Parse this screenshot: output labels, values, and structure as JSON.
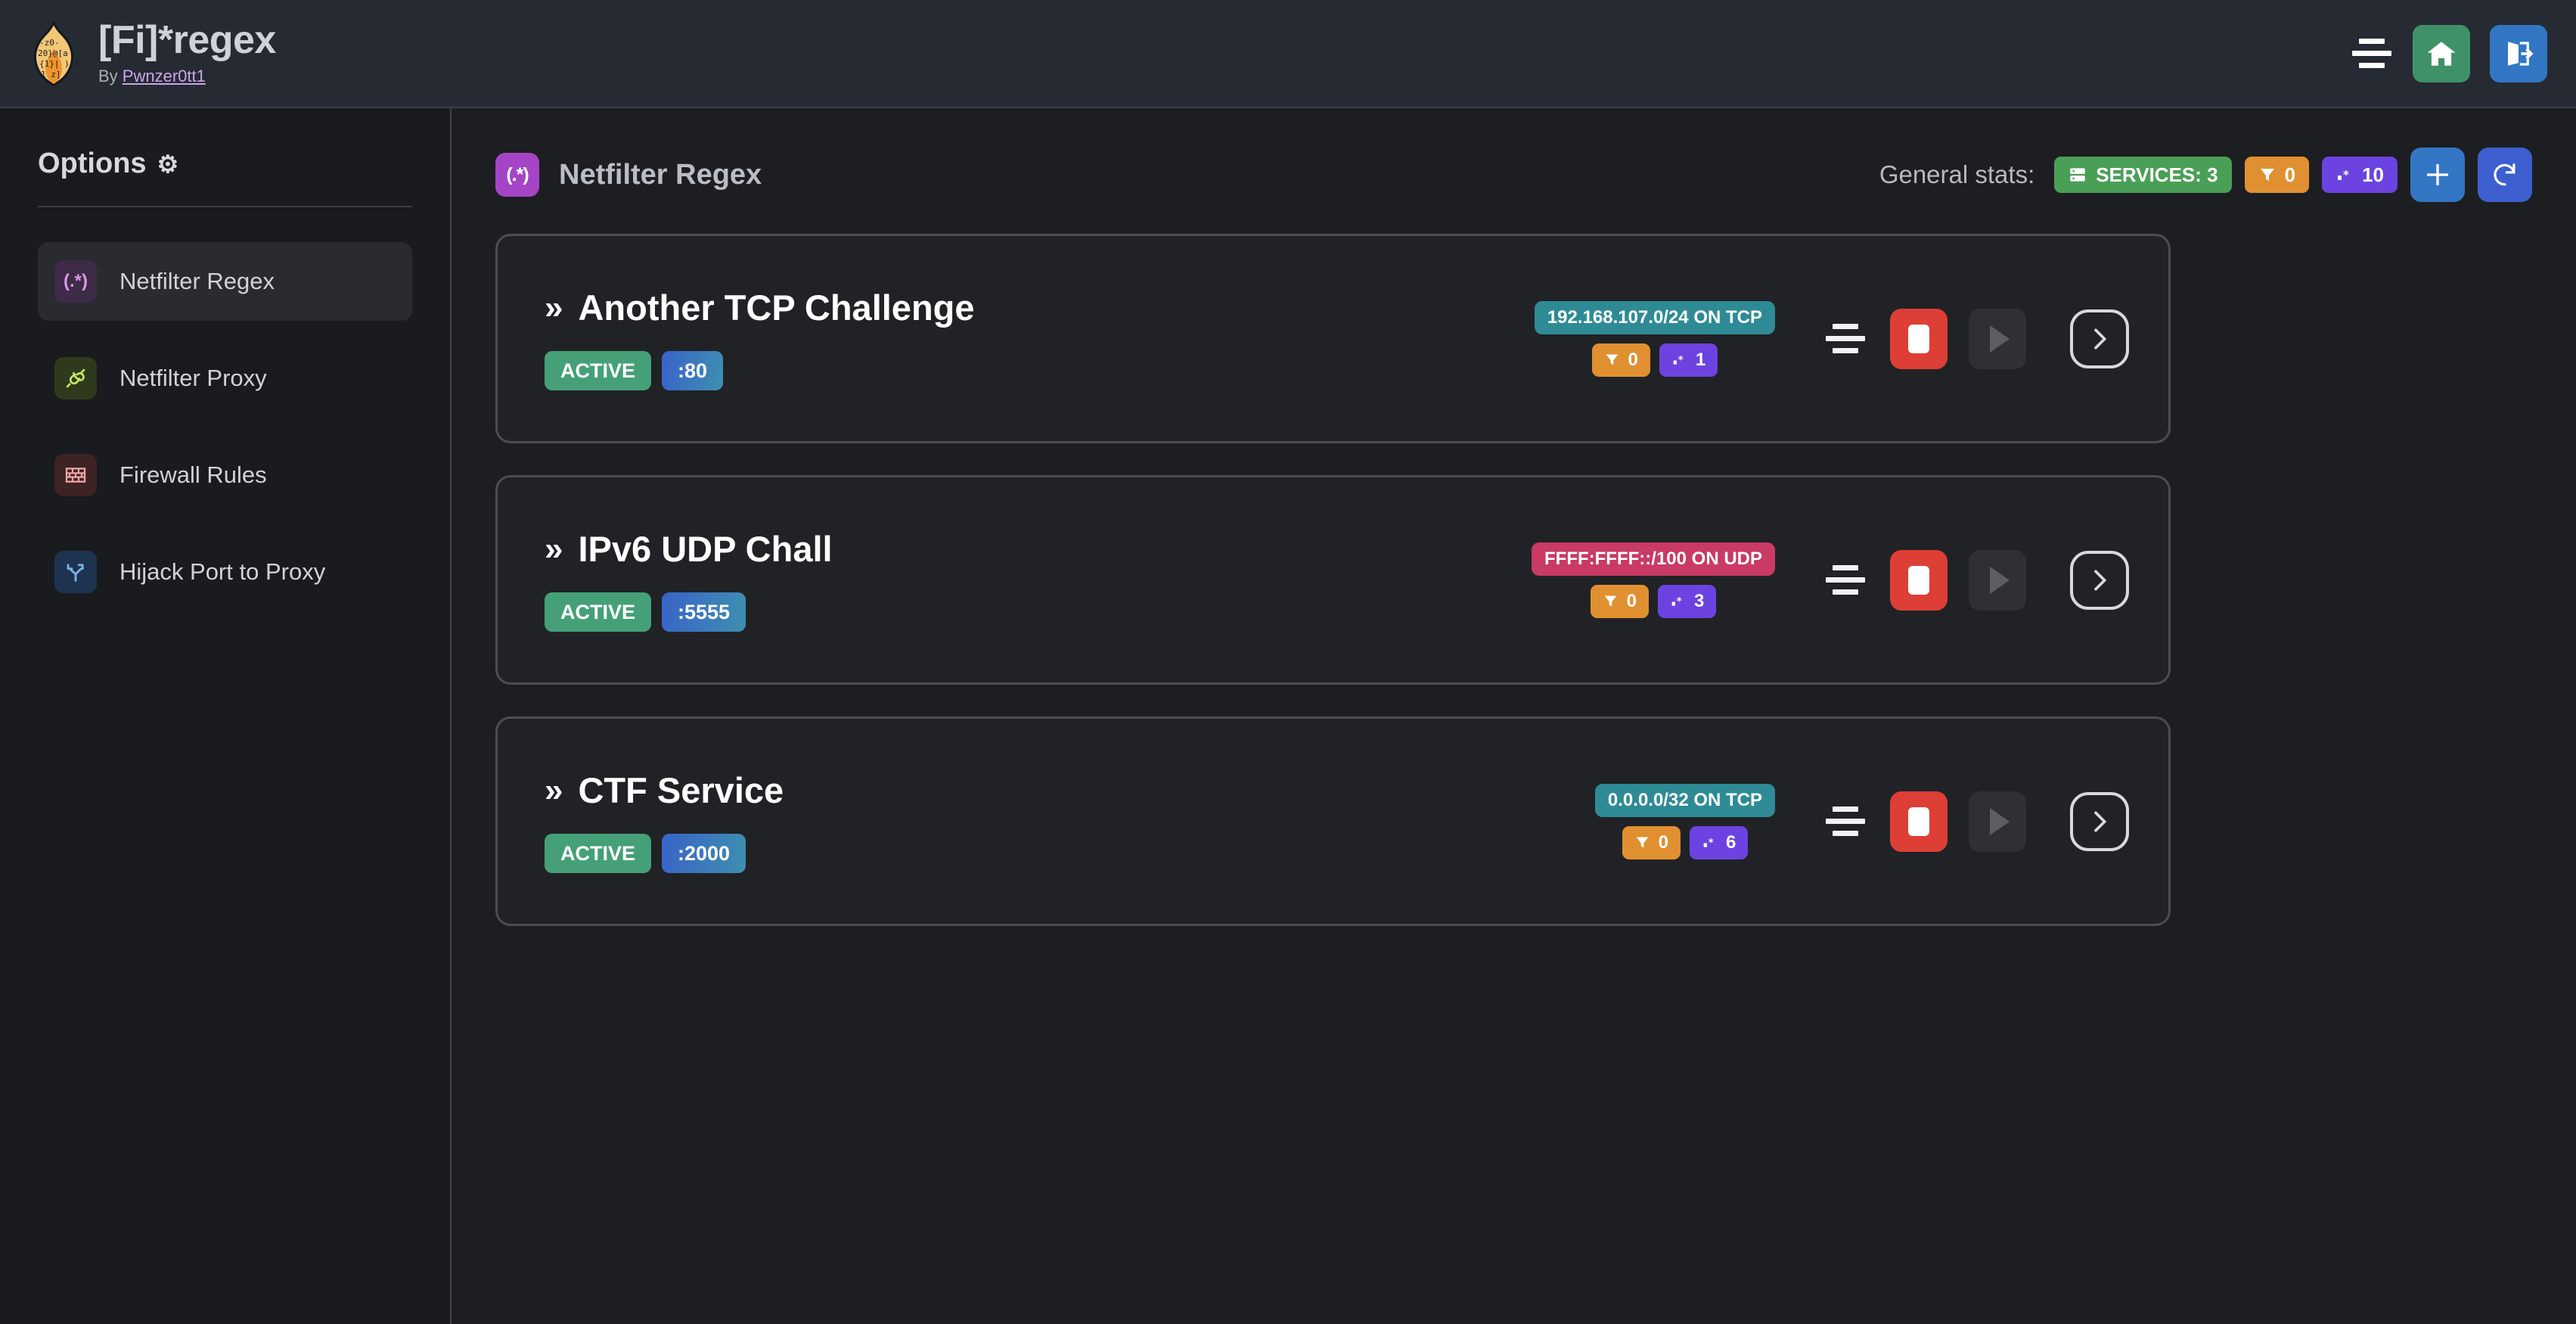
{
  "header": {
    "logo_icon": "flame-regex-logo",
    "title": "[Fi]*regex",
    "byline_prefix": "By ",
    "byline_author": "Pwnzer0tt1",
    "menu_icon": "hamburger-menu-icon",
    "home_icon": "home-icon",
    "logout_icon": "logout-icon",
    "colors": {
      "home": "#3f9168",
      "logout": "#3276c4",
      "bar": "#262a33"
    }
  },
  "sidebar": {
    "heading": "Options",
    "heading_icon": "gear-icon",
    "items": [
      {
        "label": "Netfilter Regex",
        "icon": "regex-icon",
        "glyph": "(.*)",
        "fg": "#d99ae8",
        "bg": "#3d2b47",
        "active": true
      },
      {
        "label": "Netfilter Proxy",
        "icon": "plug-connect-icon",
        "glyph": "",
        "fg": "#c3e860",
        "bg": "#2f3a1c",
        "active": false
      },
      {
        "label": "Firewall Rules",
        "icon": "brick-wall-icon",
        "glyph": "",
        "fg": "#f0a5a5",
        "bg": "#3d2323",
        "active": false
      },
      {
        "label": "Hijack Port to Proxy",
        "icon": "fork-arrows-icon",
        "glyph": "",
        "fg": "#78b4e8",
        "bg": "#1e3350",
        "active": false
      }
    ]
  },
  "main": {
    "page_icon": "regex-icon",
    "page_icon_glyph": "(.*)",
    "page_title": "Netfilter Regex",
    "stats_label": "General stats:",
    "stats": [
      {
        "icon": "server-icon",
        "label": "SERVICES: 3",
        "color": "#4a9f56",
        "style": "green"
      },
      {
        "icon": "filter-icon",
        "label": "0",
        "color": "#e09030",
        "style": "orange"
      },
      {
        "icon": "regex-dot-star-icon",
        "label": "10",
        "color": "#6c43e0",
        "style": "purple"
      }
    ],
    "add_button_icon": "plus-icon",
    "refresh_button_icon": "refresh-icon"
  },
  "services": [
    {
      "title": "Another TCP Challenge",
      "chevron": "»",
      "status": "ACTIVE",
      "port": ":80",
      "network": "192.168.107.0/24 ON TCP",
      "network_style": "teal",
      "filters": "0",
      "regexes": "1",
      "menu_icon": "service-menu-icon",
      "stop_icon": "stop-icon",
      "play_icon": "play-icon",
      "play_disabled": true,
      "go_icon": "chevron-right-icon"
    },
    {
      "title": "IPv6 UDP Chall",
      "chevron": "»",
      "status": "ACTIVE",
      "port": ":5555",
      "network": "FFFF:FFFF::/100 ON UDP",
      "network_style": "pink",
      "filters": "0",
      "regexes": "3",
      "menu_icon": "service-menu-icon",
      "stop_icon": "stop-icon",
      "play_icon": "play-icon",
      "play_disabled": true,
      "go_icon": "chevron-right-icon"
    },
    {
      "title": "CTF Service",
      "chevron": "»",
      "status": "ACTIVE",
      "port": ":2000",
      "network": "0.0.0.0/32 ON TCP",
      "network_style": "teal",
      "filters": "0",
      "regexes": "6",
      "menu_icon": "service-menu-icon",
      "stop_icon": "stop-icon",
      "play_icon": "play-icon",
      "play_disabled": true,
      "go_icon": "chevron-right-icon"
    }
  ]
}
